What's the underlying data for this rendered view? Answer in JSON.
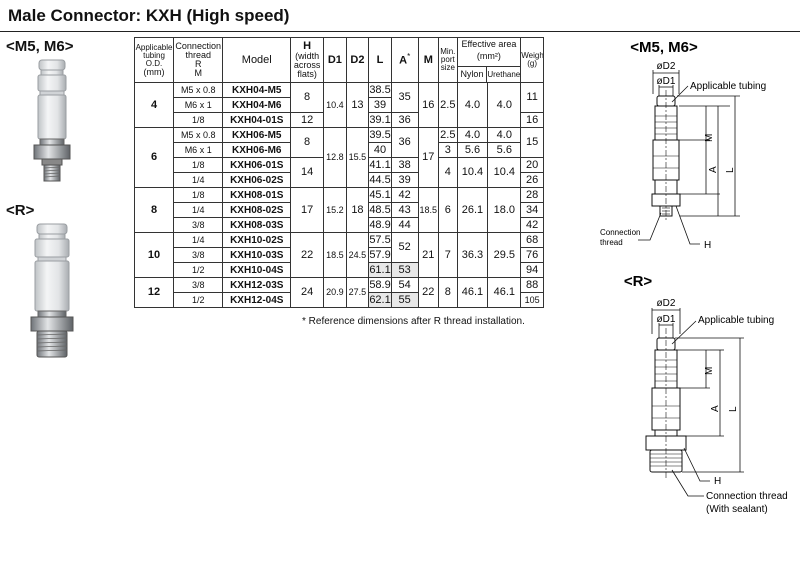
{
  "title": "Male Connector: KXH (High speed)",
  "section_m": "<M5, M6>",
  "section_r": "<R>",
  "headers": {
    "tubing_od": "Applicable tubing O.D.",
    "mm": "(mm)",
    "conn_thread": "Connection thread",
    "r": "R",
    "m": "M",
    "model": "Model",
    "h_main": "H",
    "h_sub": "(width across flats)",
    "d1": "D1",
    "d2": "D2",
    "l": "L",
    "a": "A",
    "a_star": "*",
    "m_dim": "M",
    "min_port": "Min. port size",
    "eff_area": "Effective area (mm²)",
    "nylon": "Nylon",
    "urethane": "Urethane",
    "weight": "Weight (g)"
  },
  "rows": [
    {
      "od": "4",
      "thread": "M5 x 0.8",
      "model": "KXH04-M5",
      "h": "8",
      "d1": "10.4",
      "d2": "13",
      "l": "38.5",
      "a": "35",
      "m": "16",
      "port": "2.5",
      "nylon": "4.0",
      "ure": "4.0",
      "w": "11"
    },
    {
      "thread": "M6 x 1",
      "model": "KXH04-M6",
      "l": "39"
    },
    {
      "thread": "1/8",
      "model": "KXH04-01S",
      "h": "12",
      "l": "39.1",
      "a": "36",
      "w": "16"
    },
    {
      "od": "6",
      "thread": "M5 x 0.8",
      "model": "KXH06-M5",
      "h": "8",
      "d1": "12.8",
      "d2": "15.5",
      "l": "39.5",
      "a": "36",
      "m": "17",
      "port": "2.5",
      "nylon": "4.0",
      "ure": "4.0",
      "w": "15"
    },
    {
      "thread": "M6 x 1",
      "model": "KXH06-M6",
      "l": "40",
      "port": "3",
      "nylon": "5.6",
      "ure": "5.6"
    },
    {
      "thread": "1/8",
      "model": "KXH06-01S",
      "h": "14",
      "l": "41.1",
      "a": "38",
      "port": "4",
      "nylon": "10.4",
      "ure": "10.4",
      "w": "20"
    },
    {
      "thread": "1/4",
      "model": "KXH06-02S",
      "l": "44.5",
      "a": "39",
      "w": "26"
    },
    {
      "od": "8",
      "thread": "1/8",
      "model": "KXH08-01S",
      "h": "17",
      "d1": "15.2",
      "d2": "18",
      "l": "45.1",
      "a": "42",
      "m": "18.5",
      "port": "6",
      "nylon": "26.1",
      "ure": "18.0",
      "w": "28"
    },
    {
      "thread": "1/4",
      "model": "KXH08-02S",
      "l": "48.5",
      "a": "43",
      "w": "34"
    },
    {
      "thread": "3/8",
      "model": "KXH08-03S",
      "l": "48.9",
      "a": "44",
      "w": "42"
    },
    {
      "od": "10",
      "thread": "1/4",
      "model": "KXH10-02S",
      "h": "22",
      "d1": "18.5",
      "d2": "24.5",
      "l": "57.5",
      "a": "52",
      "m": "21",
      "port": "7",
      "nylon": "36.3",
      "ure": "29.5",
      "w": "68"
    },
    {
      "thread": "3/8",
      "model": "KXH10-03S",
      "l": "57.9",
      "w": "76"
    },
    {
      "thread": "1/2",
      "model": "KXH10-04S",
      "l": "61.1",
      "a": "53",
      "w": "94"
    },
    {
      "od": "12",
      "thread": "3/8",
      "model": "KXH12-03S",
      "h": "24",
      "d1": "20.9",
      "d2": "27.5",
      "l": "58.9",
      "a": "54",
      "m": "22",
      "port": "8",
      "nylon": "46.1",
      "ure": "46.1",
      "w": "88"
    },
    {
      "thread": "1/2",
      "model": "KXH12-04S",
      "l": "62.1",
      "a": "55",
      "w": "105"
    }
  ],
  "note": "* Reference dimensions after R thread installation.",
  "diagram_m": {
    "heading": "<M5, M6>",
    "d2": "øD2",
    "d1": "øD1",
    "applicable": "Applicable tubing",
    "m": "M",
    "a": "A",
    "l": "L",
    "conn1": "Connection",
    "conn2": "thread",
    "h": "H"
  },
  "diagram_r": {
    "heading": "<R>",
    "d2": "øD2",
    "d1": "øD1",
    "applicable": "Applicable tubing",
    "m": "M",
    "a": "A",
    "l": "L",
    "h": "H",
    "conn": "Connection thread",
    "sealant": "(With sealant)"
  }
}
